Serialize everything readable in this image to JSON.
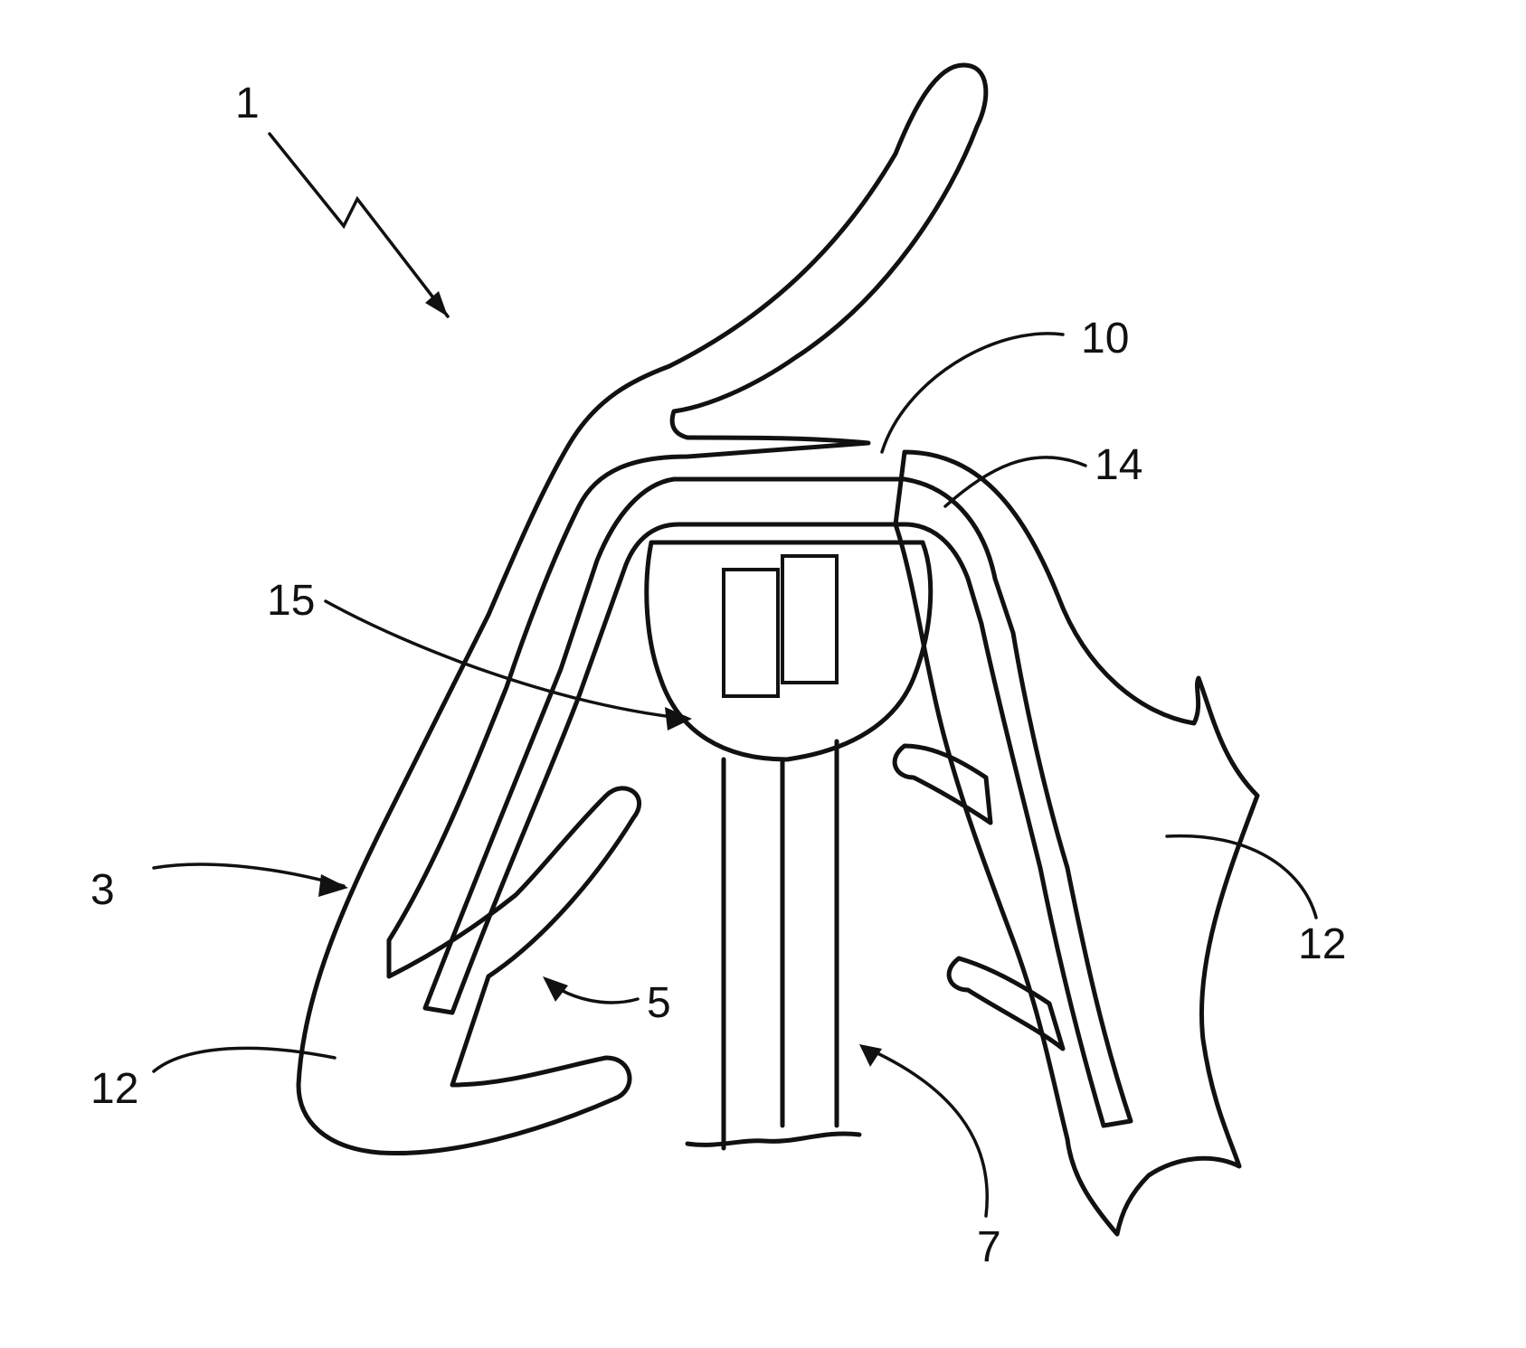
{
  "labels": {
    "assembly": "1",
    "profile": "3",
    "lip": "5",
    "flange": "7",
    "tab": "10",
    "insert": "14",
    "bulb": "15",
    "body_left": "12",
    "body_right": "12"
  },
  "colors": {
    "ink": "#111111",
    "paper": "#ffffff"
  }
}
